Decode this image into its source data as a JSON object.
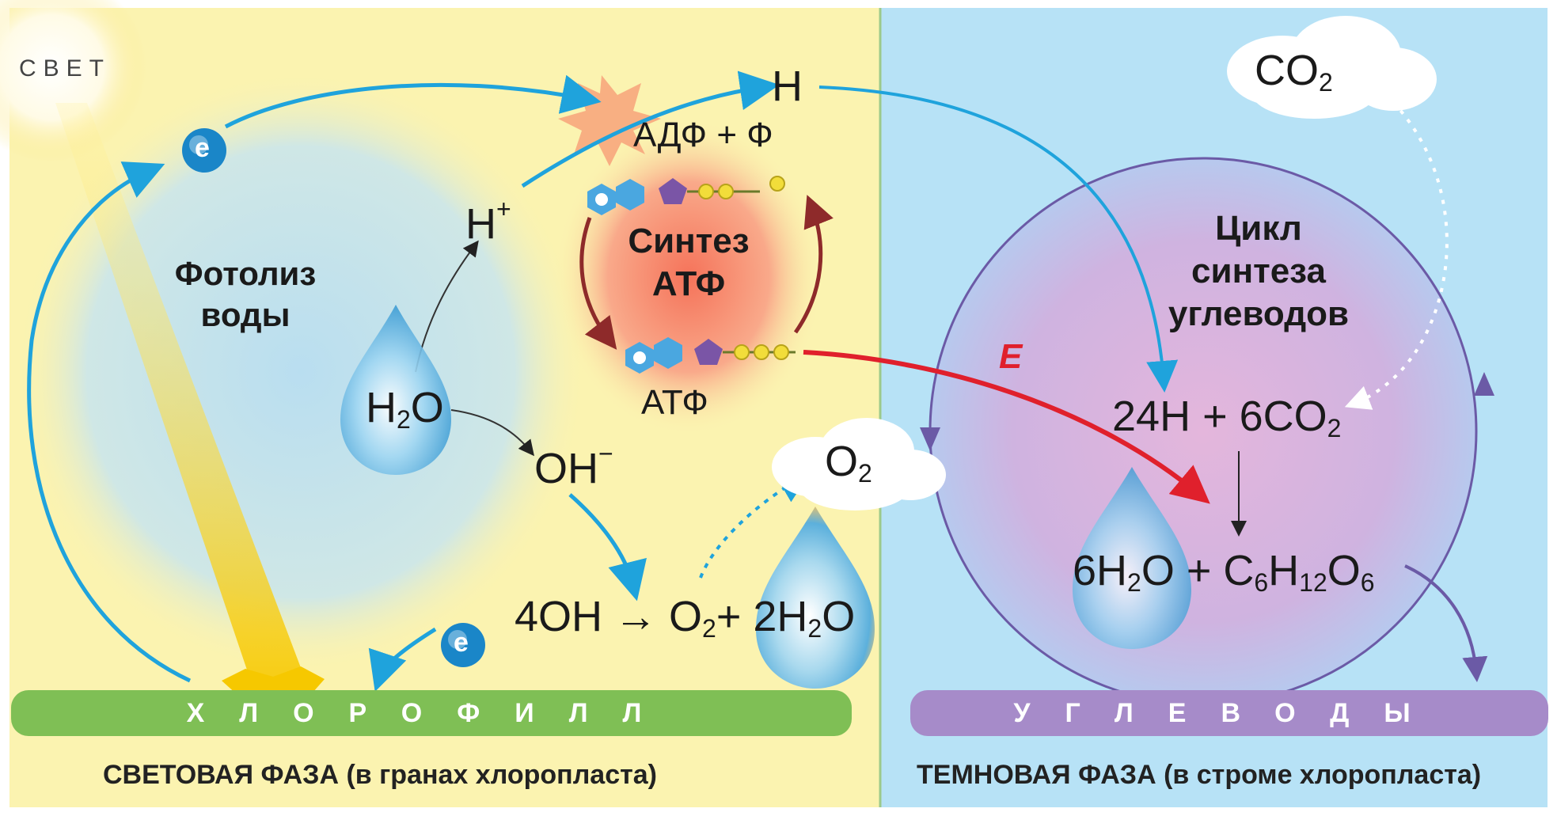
{
  "light_label": "СВЕТ",
  "photolysis": {
    "line1": "Фотолиз",
    "line2": "воды"
  },
  "atp_synthesis": {
    "line1": "Синтез",
    "line2": "АТФ"
  },
  "cycle": {
    "line1": "Цикл",
    "line2": "синтеза",
    "line3": "углеводов"
  },
  "adp_formula": "АДФ + Ф",
  "atp_label": "АТФ",
  "energy_label": "E",
  "electron_symbol": "e",
  "formulas": {
    "h": "H",
    "h_plus": {
      "base": "H",
      "sup": "+"
    },
    "h2o": {
      "a": "H",
      "sub": "2",
      "b": "O"
    },
    "oh_minus": {
      "base": "OH",
      "sup": "−"
    },
    "o2_cloud": {
      "a": "O",
      "sub": "2"
    },
    "co2_cloud": {
      "a": "CO",
      "sub": "2"
    },
    "reaction_light": {
      "a": "4OH → O",
      "sub1": "2",
      "b": "+ 2H",
      "sub2": "2",
      "c": "O"
    },
    "dark_top": {
      "a": "24H + 6CO",
      "sub": "2"
    },
    "dark_bottom": {
      "a": "6H",
      "sub1": "2",
      "b": "O + C",
      "sub2": "6",
      "c": "H",
      "sub3": "12",
      "d": "O",
      "sub4": "6"
    }
  },
  "chlorophyll_strip": "ХЛОРОФИЛЛ",
  "carbohydrates_strip": "УГЛЕВОДЫ",
  "light_phase_caption": {
    "main": "СВЕТОВАЯ ФАЗА",
    "detail": " (в гранах хлоропласта)"
  },
  "dark_phase_caption": {
    "main": "ТЕМНОВАЯ ФАЗА",
    "detail": " (в строме хлоропласта)"
  },
  "colors": {
    "light_bg": "#fbf3b0",
    "dark_bg": "#b7e2f6",
    "arrow_blue": "#1fa3dc",
    "arrow_red": "#e0202c",
    "arrow_maroon": "#8e2a2a",
    "cycle_purple": "#6b5aa6",
    "chlorophyll": "#7fbf55",
    "carbohydrates": "#a68bc9"
  }
}
